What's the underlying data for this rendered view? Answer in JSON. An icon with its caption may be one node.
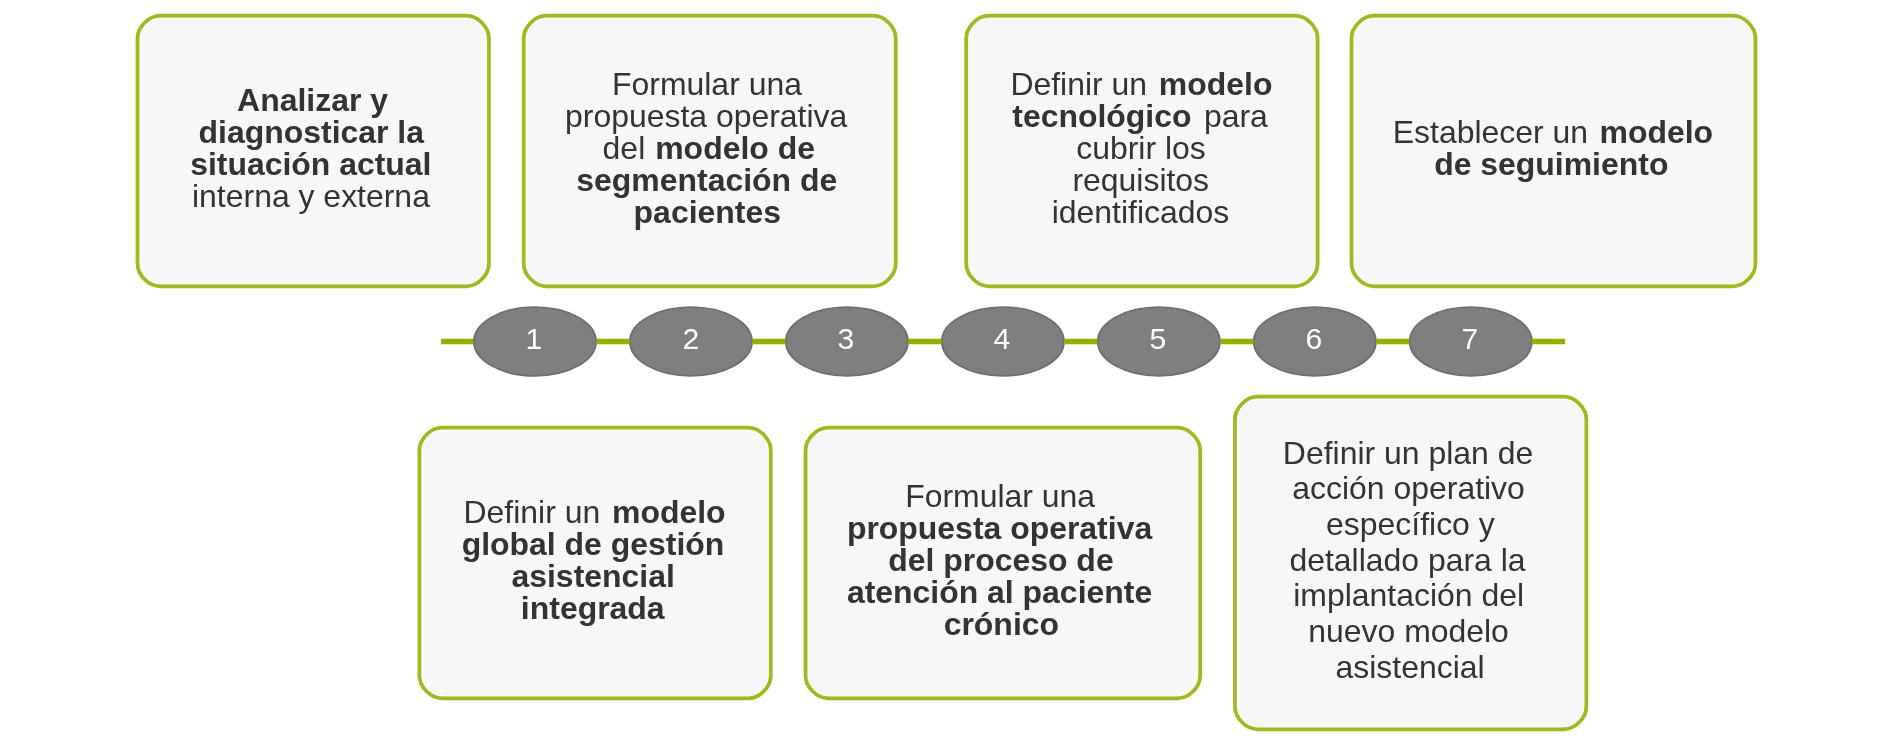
{
  "diagram": {
    "nodes": [
      {
        "text": [
          "**Analizar y diagnosticar la situación actual** interna y externa"
        ]
      },
      {
        "text": [
          "1"
        ]
      },
      {
        "text": [
          "Formular una propuesta operativa del **modelo de segmentación de pacientes**"
        ]
      },
      {
        "text": [
          "2"
        ]
      },
      {
        "text": [
          "Definir un **modelo global de gestión asistencial integrada**"
        ]
      },
      {
        "text": [
          "3"
        ]
      },
      {
        "text": [
          "Formular una **propuesta operativa del proceso de atención al paciente crónico**"
        ]
      },
      {
        "text": [
          "4"
        ]
      },
      {
        "text": [
          "Definir un **modelo tecnológico** para cubrir los requisitos identificados"
        ]
      },
      {
        "text": [
          "5"
        ]
      },
      {
        "text": [
          "Definir un plan de acción operativo específico y detallado para la implantación del nuevo modelo asistencial"
        ]
      },
      {
        "text": [
          "6"
        ]
      },
      {
        "text": [
          "Establecer un **modelo de seguimiento**"
        ]
      },
      {
        "text": [
          "7"
        ]
      }
    ],
    "edges": [
      {
        "from": null,
        "to": 1,
        "arrow": "none"
      },
      {
        "from": 1,
        "to": 3,
        "arrow": "none"
      },
      {
        "from": 3,
        "to": 5,
        "arrow": "none"
      },
      {
        "from": 5,
        "to": 7,
        "arrow": "none"
      },
      {
        "from": 7,
        "to": 9,
        "arrow": "none"
      },
      {
        "from": 9,
        "to": 11,
        "arrow": "none"
      },
      {
        "from": 11,
        "to": 13,
        "arrow": "none"
      },
      {
        "from": 13,
        "to": null,
        "arrow": "none"
      }
    ]
  }
}
